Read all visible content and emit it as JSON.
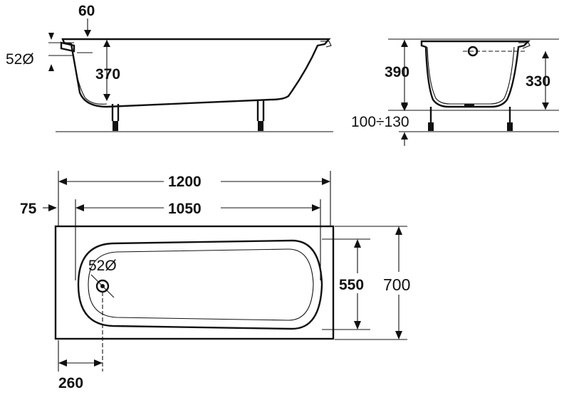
{
  "side_view": {
    "dim_top_offset": "60",
    "dim_drain": "52Ø",
    "dim_inner_depth": "370"
  },
  "end_view": {
    "dim_total_height": "390",
    "dim_depth": "330",
    "dim_leg_adjust": "100÷130"
  },
  "top_view": {
    "dim_length": "1200",
    "dim_inner_length": "1050",
    "dim_rim_offset": "75",
    "dim_drain": "52Ø",
    "dim_inner_width": "550",
    "dim_width": "700",
    "dim_drain_offset": "260"
  },
  "colors": {
    "line": "#111111",
    "background": "#ffffff"
  }
}
